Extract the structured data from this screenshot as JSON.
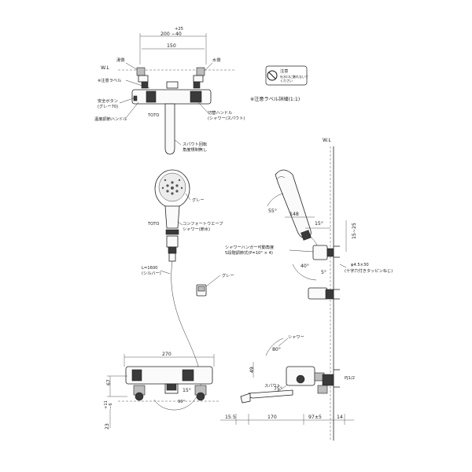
{
  "front_top": {
    "dim_plus25": "+25",
    "dim_200_40": "200 −40",
    "dim_150": "150",
    "wl": "W.L",
    "hot": "湯側",
    "cold": "水側",
    "caution_label": "※注意ラベル",
    "safety_button": "安全ボタン",
    "safety_button_sub": "(グレー70)",
    "temp_handle": "温度調節ハンドル",
    "brand": "TOTO",
    "switch_handle": "切替ハンドル",
    "switch_handle_sub": "(シャワー/スパウト)",
    "spout_note1": "スパウト回転",
    "spout_note2": "角度規制無し",
    "label_detail": "※注意ラベル詳細(1:1)",
    "label_text1": "注意",
    "label_text2": "吐水口に触れないで",
    "label_text3": "ください"
  },
  "shower": {
    "grey": "グレー",
    "brand": "TOTO",
    "model1": "コンフォートウエーブ",
    "model2": "シャワー(節水)",
    "hose1": "L=1600",
    "hose2": "(シルバー)",
    "hanger_grey": "グレー"
  },
  "side_top": {
    "wl": "W.L",
    "angle55": "55°",
    "dim148": "148",
    "angle15": "15°",
    "dim15_25": "15~25",
    "hanger1": "シャワーハンガー可動角度",
    "hanger2": "5段階調節式(P=10° × 4)",
    "angle40": "40°",
    "angle5": "5°",
    "screw1": "φ4.5×30",
    "screw2": "(十字穴付きタッピンねじ)"
  },
  "bottom_front": {
    "dim270": "270",
    "dim67": "67",
    "dim11": "+11",
    "dim6": "−6",
    "dim23": "23",
    "angle15": "15°",
    "angle90": "90°"
  },
  "bottom_side": {
    "shower": "シャワー",
    "angle80": "80°",
    "angle75": "75°",
    "dim49": "49",
    "spout": "スパウト",
    "pj": "PJ1/2",
    "dim15_5": "15.5",
    "dim170": "170",
    "dim97": "97±5",
    "dim14": "14"
  }
}
